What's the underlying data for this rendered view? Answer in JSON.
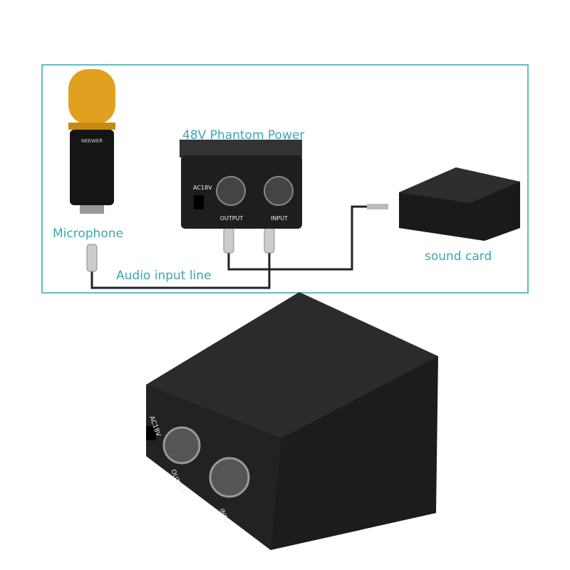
{
  "diagram": {
    "phantom_title": "48V Phantom Power",
    "microphone_label": "Microphone",
    "audio_line_label": "Audio input line",
    "sound_card_label": "sound card",
    "mic_brand": "NEEWER",
    "box_ports": {
      "power": "AC18V",
      "output": "OUTPUT",
      "input": "INPUT"
    }
  },
  "product": {
    "power": "AC18V",
    "output": "OUTPUT",
    "input": "INPUT"
  },
  "colors": {
    "label": "#3aa6ae",
    "frame": "#62bcc4",
    "mic_grille": "#e0a020",
    "device": "#1e1e1e"
  }
}
